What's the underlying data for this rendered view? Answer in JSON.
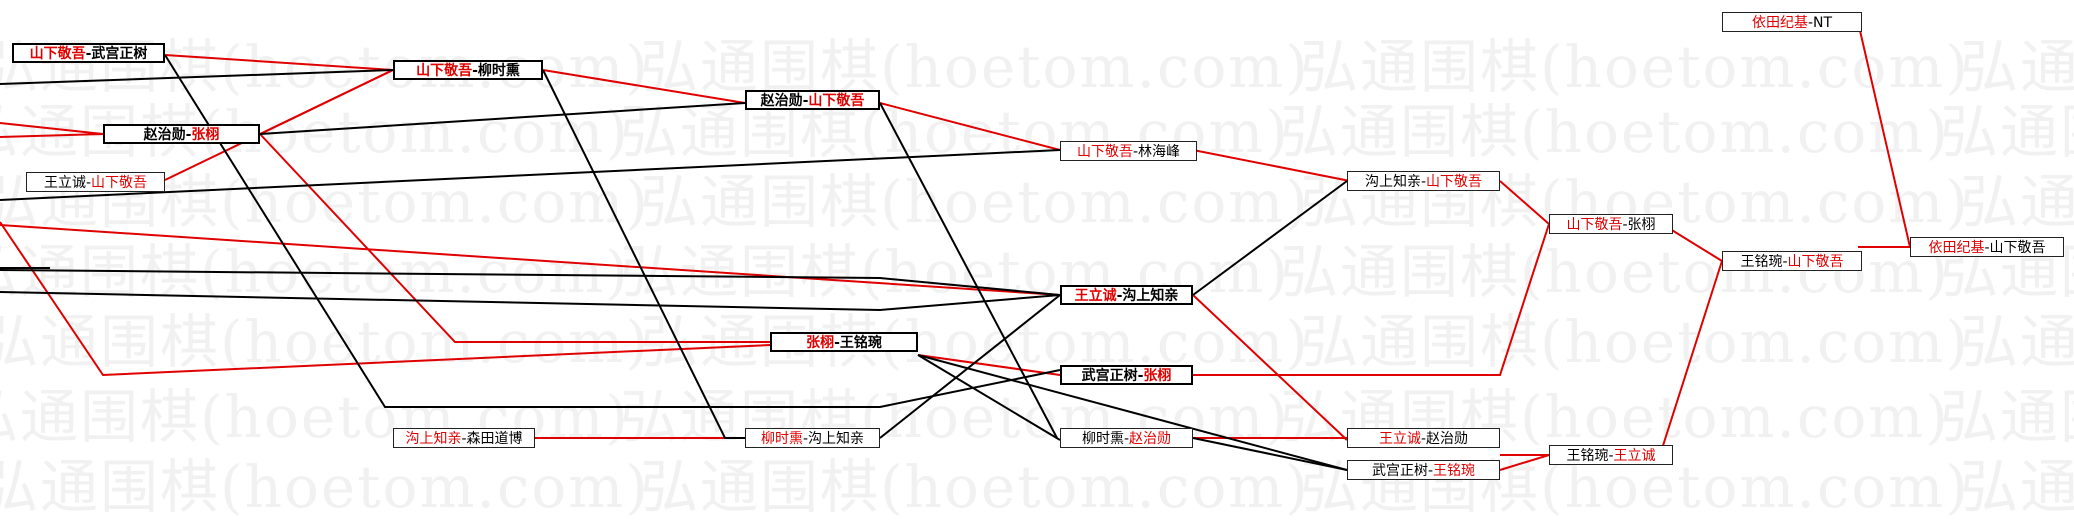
{
  "watermark": "弘通围棋(hoetom.com)",
  "colors": {
    "winner": "#e00000",
    "text": "#000000",
    "line_red": "#e00000",
    "line_black": "#000000"
  },
  "matches": [
    {
      "id": "n1",
      "left": "山下敬吾",
      "sep": "-",
      "right": "武宫正树",
      "winner": "left"
    },
    {
      "id": "n2",
      "left": "山下敬吾",
      "sep": "-",
      "right": "柳时熏",
      "winner": "left"
    },
    {
      "id": "n3",
      "left": "赵治勋",
      "sep": "-",
      "right": "张栩",
      "winner": "right"
    },
    {
      "id": "n4",
      "left": "王立诚",
      "sep": "-",
      "right": "山下敬吾",
      "winner": "right"
    },
    {
      "id": "n5",
      "left": "赵治勋",
      "sep": "-",
      "right": "山下敬吾",
      "winner": "right"
    },
    {
      "id": "n6",
      "left": "山下敬吾",
      "sep": "-",
      "right": "林海峰",
      "winner": "left"
    },
    {
      "id": "n7",
      "left": "王立诚",
      "sep": "-",
      "right": "沟上知亲",
      "winner": "left"
    },
    {
      "id": "n8",
      "left": "张栩",
      "sep": "-",
      "right": "王铭琬",
      "winner": "left"
    },
    {
      "id": "n9",
      "left": "武宫正树",
      "sep": "-",
      "right": "张栩",
      "winner": "right"
    },
    {
      "id": "n10",
      "left": "沟上知亲",
      "sep": "-",
      "right": "森田道博",
      "winner": "left"
    },
    {
      "id": "n11",
      "left": "柳时熏",
      "sep": "-",
      "right": "沟上知亲",
      "winner": "left"
    },
    {
      "id": "n12",
      "left": "柳时熏",
      "sep": "-",
      "right": "赵治勋",
      "winner": "right"
    },
    {
      "id": "n13",
      "left": "沟上知亲",
      "sep": "-",
      "right": "山下敬吾",
      "winner": "right"
    },
    {
      "id": "n14",
      "left": "王立诚",
      "sep": "-",
      "right": "赵治勋",
      "winner": "left"
    },
    {
      "id": "n15",
      "left": "武宫正树",
      "sep": "-",
      "right": "王铭琬",
      "winner": "right"
    },
    {
      "id": "n16",
      "left": "山下敬吾",
      "sep": "-",
      "right": "张栩",
      "winner": "left"
    },
    {
      "id": "n17",
      "left": "王铭琬",
      "sep": "-",
      "right": "王立诚",
      "winner": "right"
    },
    {
      "id": "n18",
      "left": "王铭琬",
      "sep": "-",
      "right": "山下敬吾",
      "winner": "right"
    },
    {
      "id": "n19",
      "left": "依田纪基",
      "sep": "-",
      "right": "NT",
      "winner": "left"
    },
    {
      "id": "n20",
      "left": "依田纪基",
      "sep": "-",
      "right": "山下敬吾",
      "winner": "left"
    }
  ]
}
